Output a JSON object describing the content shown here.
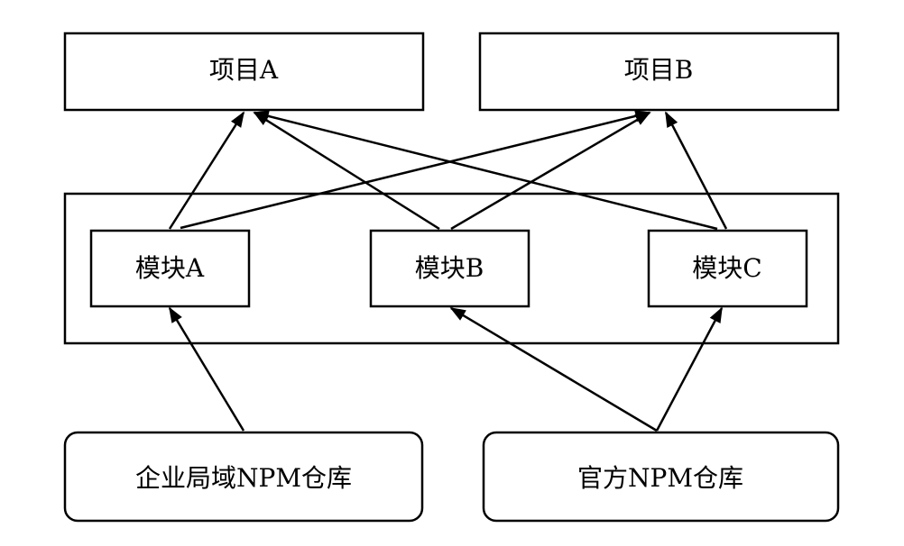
{
  "projects": [
    {
      "label": "项目A"
    },
    {
      "label": "项目B"
    }
  ],
  "modules": [
    {
      "label": "模块A"
    },
    {
      "label": "模块B"
    },
    {
      "label": "模块C"
    }
  ],
  "repositories": [
    {
      "label": "企业局域NPM仓库"
    },
    {
      "label": "官方NPM仓库"
    }
  ],
  "dependencies": [
    {
      "from": "模块A",
      "to": "项目A"
    },
    {
      "from": "模块A",
      "to": "项目B"
    },
    {
      "from": "模块B",
      "to": "项目A"
    },
    {
      "from": "模块B",
      "to": "项目B"
    },
    {
      "from": "模块C",
      "to": "项目A"
    },
    {
      "from": "模块C",
      "to": "项目B"
    },
    {
      "from": "企业局域NPM仓库",
      "to": "模块A"
    },
    {
      "from": "官方NPM仓库",
      "to": "模块B"
    },
    {
      "from": "官方NPM仓库",
      "to": "模块C"
    }
  ]
}
